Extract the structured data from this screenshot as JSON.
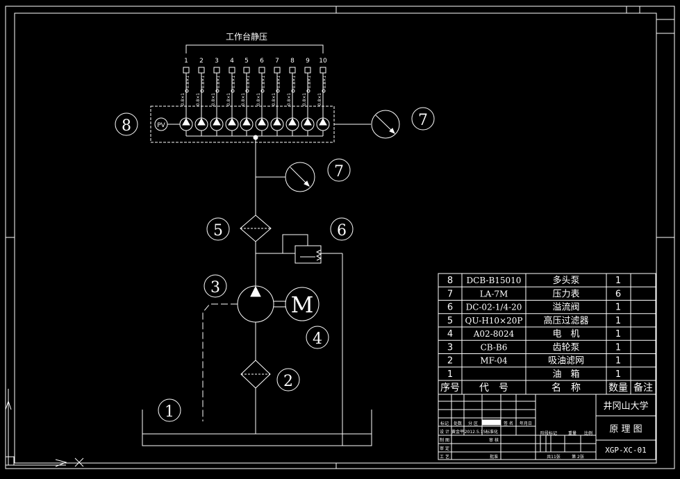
{
  "drawing": {
    "group_title": "工作台静压",
    "station_numbers": [
      "1",
      "2",
      "3",
      "4",
      "5",
      "6",
      "7",
      "8",
      "9",
      "10"
    ],
    "restrictor_label": "0.8×1",
    "pump_symbol": "PV",
    "motor_symbol": "M",
    "callouts": {
      "c8": "8",
      "c7a": "7",
      "c7b": "7",
      "c5": "5",
      "c6": "6",
      "c3": "3",
      "c4": "4",
      "c2": "2",
      "c1": "1"
    }
  },
  "parts_table": {
    "headers": [
      "序号",
      "代　号",
      "名　称",
      "数量",
      "备注"
    ],
    "rows": [
      {
        "no": "8",
        "code": "DCB-B15010",
        "name": "多头泵",
        "qty": "1",
        "note": ""
      },
      {
        "no": "7",
        "code": "LA-7M",
        "name": "压力表",
        "qty": "6",
        "note": ""
      },
      {
        "no": "6",
        "code": "DC-02-1/4-20",
        "name": "溢流阀",
        "qty": "1",
        "note": ""
      },
      {
        "no": "5",
        "code": "QU-H10×20P",
        "name": "高压过滤器",
        "qty": "1",
        "note": ""
      },
      {
        "no": "4",
        "code": "A02-8024",
        "name": "电　机",
        "qty": "1",
        "note": ""
      },
      {
        "no": "3",
        "code": "CB-B6",
        "name": "齿轮泵",
        "qty": "1",
        "note": ""
      },
      {
        "no": "2",
        "code": "MF-04",
        "name": "吸油滤网",
        "qty": "1",
        "note": ""
      },
      {
        "no": "1",
        "code": "",
        "name": "油　箱",
        "qty": "1",
        "note": ""
      }
    ]
  },
  "title_block": {
    "school": "井冈山大学",
    "drawing_name": "原 理 图",
    "drawing_no": "XGP-XC-01",
    "row_mark": "标记",
    "row_count": "处数",
    "row_zone": "分 区",
    "row_sign": "签 名",
    "row_date": "年月日",
    "design_label": "设 计",
    "designer": "黄金平",
    "design_date": "2012.5.15",
    "standard_label": "标准化",
    "draw_label": "制 图",
    "check_label": "审 核",
    "approve_label": "审 定",
    "process_label": "工 艺",
    "batch_label": "批准",
    "stage_label": "阶段标记",
    "weight_label": "重量",
    "scale_label": "比例",
    "sheets": "共11张",
    "sheet_no": "第 2张"
  }
}
